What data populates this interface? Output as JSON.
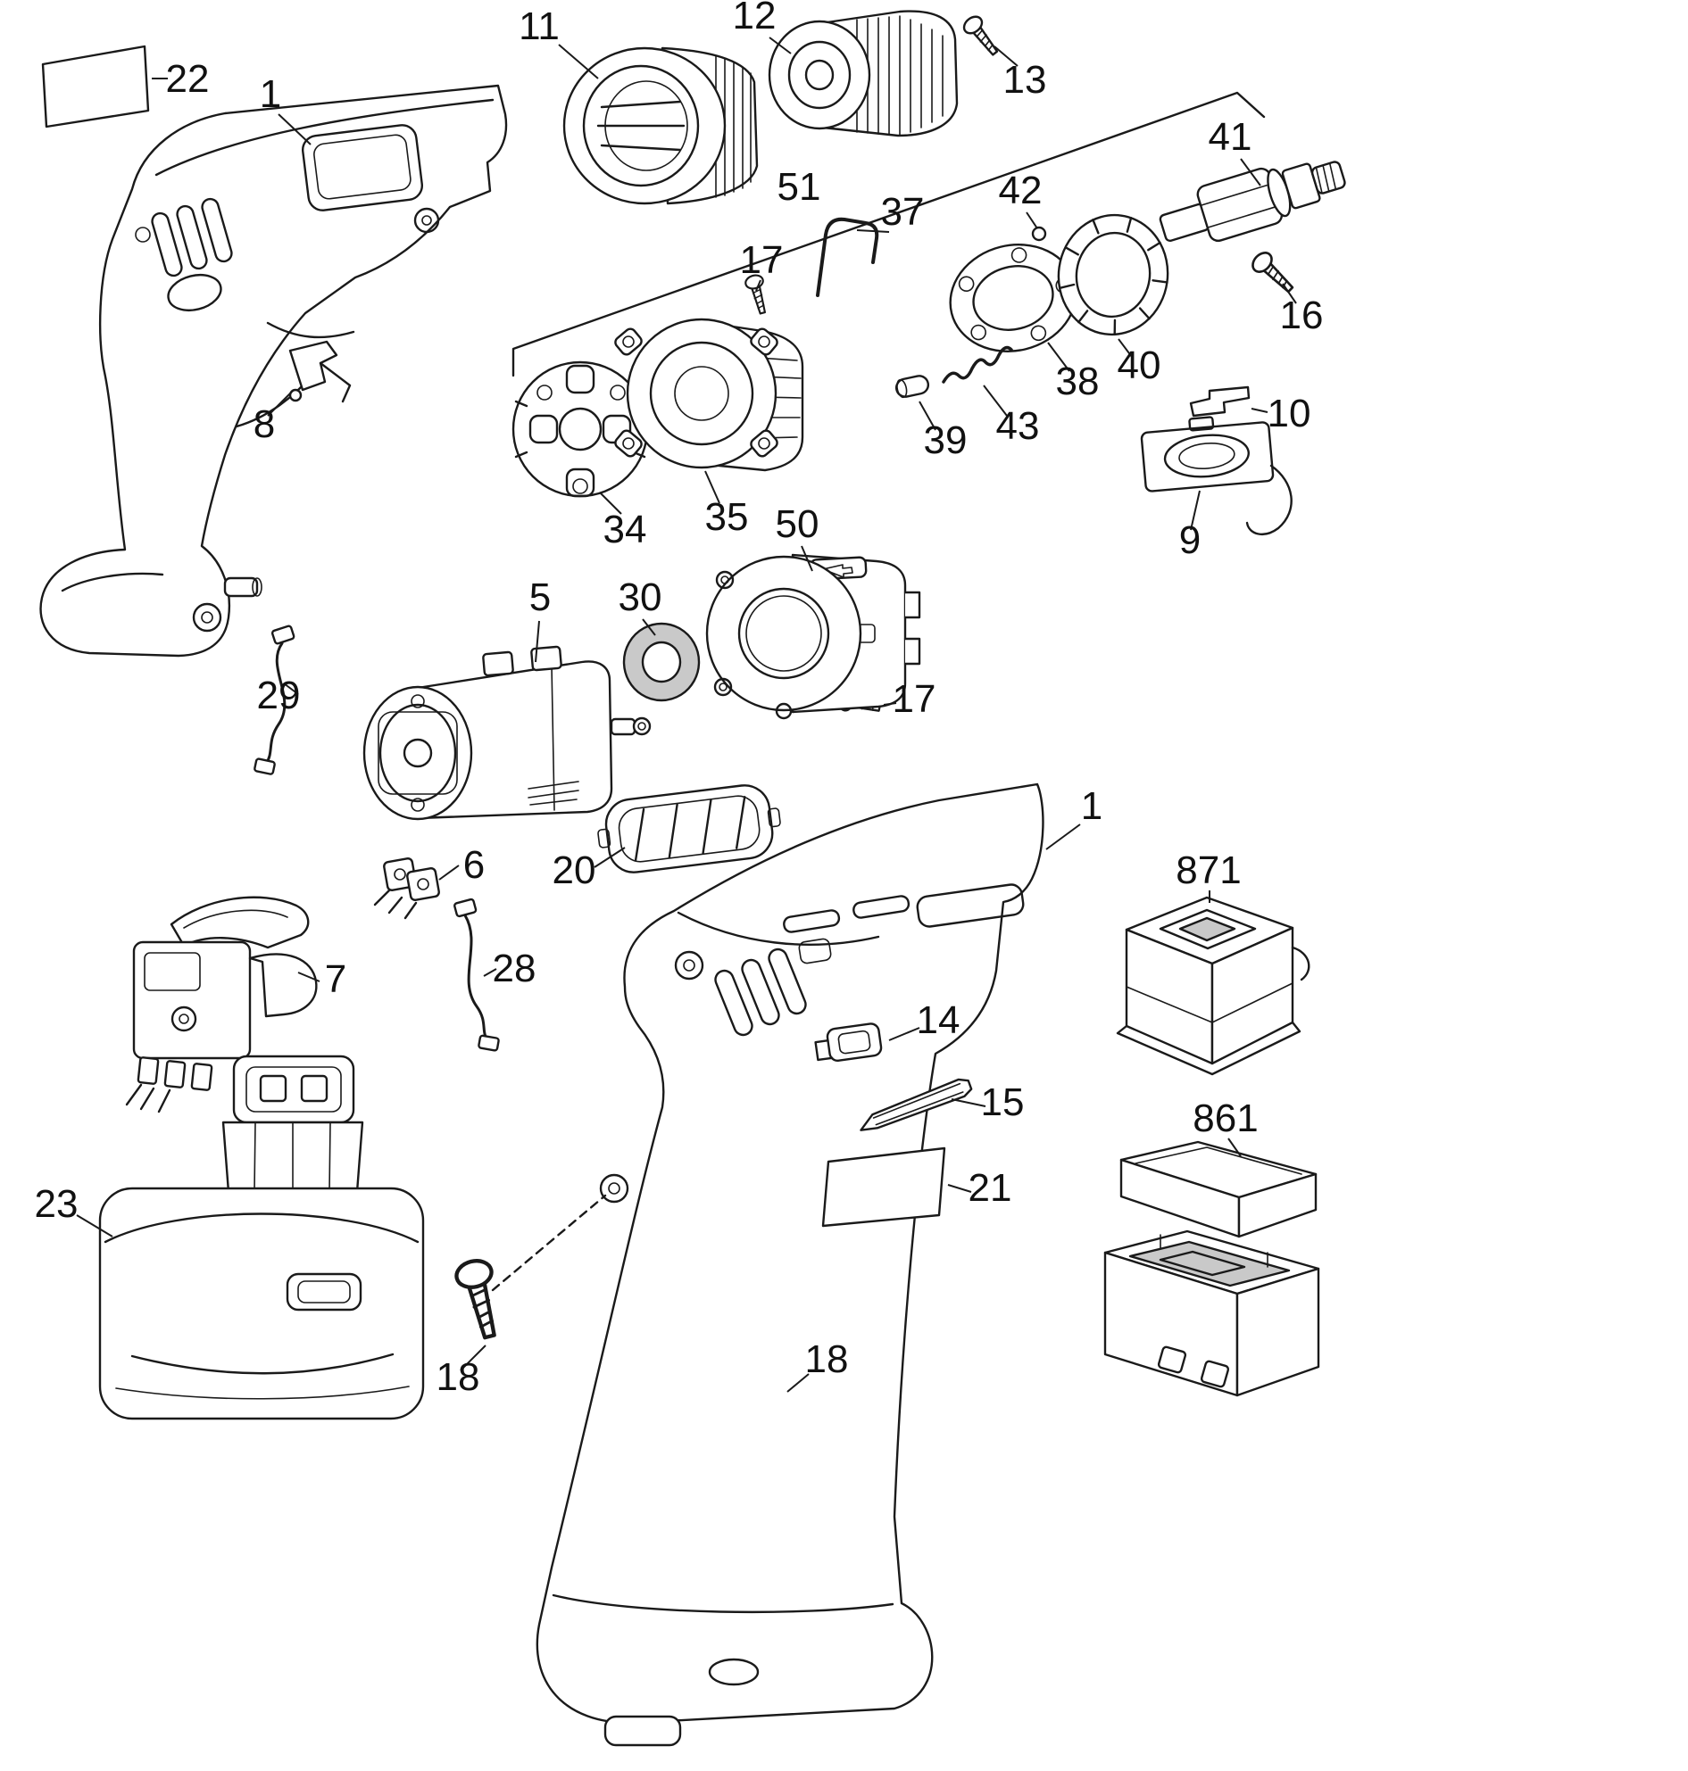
{
  "diagram": {
    "type": "exploded-parts-diagram",
    "subject": "Cordless drill exploded parts view",
    "background": "#ffffff",
    "line_color": "#1a1a1a",
    "shaded_fill": "#c9c9c9",
    "labels": [
      {
        "text": "22"
      },
      {
        "text": "1"
      },
      {
        "text": "11"
      },
      {
        "text": "12"
      },
      {
        "text": "13"
      },
      {
        "text": "51"
      },
      {
        "text": "41"
      },
      {
        "text": "42"
      },
      {
        "text": "37"
      },
      {
        "text": "17"
      },
      {
        "text": "16"
      },
      {
        "text": "38"
      },
      {
        "text": "40"
      },
      {
        "text": "34"
      },
      {
        "text": "35"
      },
      {
        "text": "39"
      },
      {
        "text": "43"
      },
      {
        "text": "10"
      },
      {
        "text": "9"
      },
      {
        "text": "5"
      },
      {
        "text": "30"
      },
      {
        "text": "50"
      },
      {
        "text": "17"
      },
      {
        "text": "29"
      },
      {
        "text": "6"
      },
      {
        "text": "20"
      },
      {
        "text": "1"
      },
      {
        "text": "871"
      },
      {
        "text": "7"
      },
      {
        "text": "28"
      },
      {
        "text": "14"
      },
      {
        "text": "15"
      },
      {
        "text": "861"
      },
      {
        "text": "21"
      },
      {
        "text": "23"
      },
      {
        "text": "18"
      },
      {
        "text": "18"
      },
      {
        "text": "8"
      }
    ]
  }
}
